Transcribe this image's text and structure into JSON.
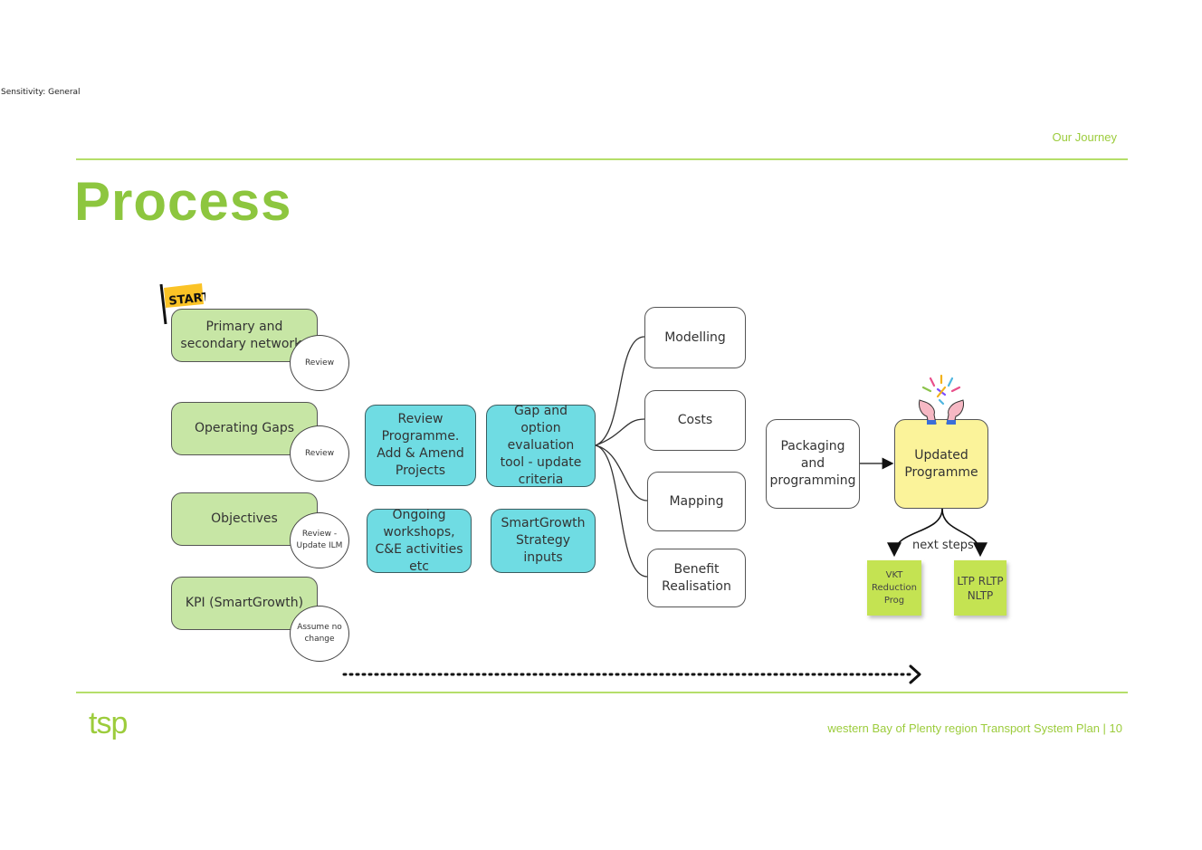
{
  "header": {
    "sensitivity": "Sensitivity: General",
    "section": "Our Journey",
    "title": "Process"
  },
  "diagram": {
    "start_label": "START",
    "inputs": [
      {
        "label": "Primary and secondary networks",
        "note": "Review"
      },
      {
        "label": "Operating Gaps",
        "note": "Review"
      },
      {
        "label": "Objectives",
        "note": "Review - Update ILM"
      },
      {
        "label": "KPI (SmartGrowth)",
        "note": "Assume no change"
      }
    ],
    "review_programme": "Review Programme. Add & Amend Projects",
    "gap_option_tool": "Gap and option evaluation tool - update criteria",
    "ongoing_workshops": "Ongoing workshops, C&E activities etc",
    "smartgrowth_inputs": "SmartGrowth Strategy inputs",
    "branches": [
      "Modelling",
      "Costs",
      "Mapping",
      "Benefit Realisation"
    ],
    "packaging": "Packaging and programming",
    "updated_programme": "Updated Programme",
    "next_steps": "next steps",
    "stickies": [
      "VKT Reduction Prog",
      "LTP RLTP NLTP"
    ]
  },
  "footer": {
    "logo": "tsp",
    "text": "western Bay of Plenty region Transport System Plan | 10"
  },
  "colors": {
    "brand_green": "#8dc63f",
    "input_green": "#c7e6a5",
    "cyan": "#6fdce3",
    "yellow": "#fbf39a",
    "sticky_green": "#c4e352"
  }
}
